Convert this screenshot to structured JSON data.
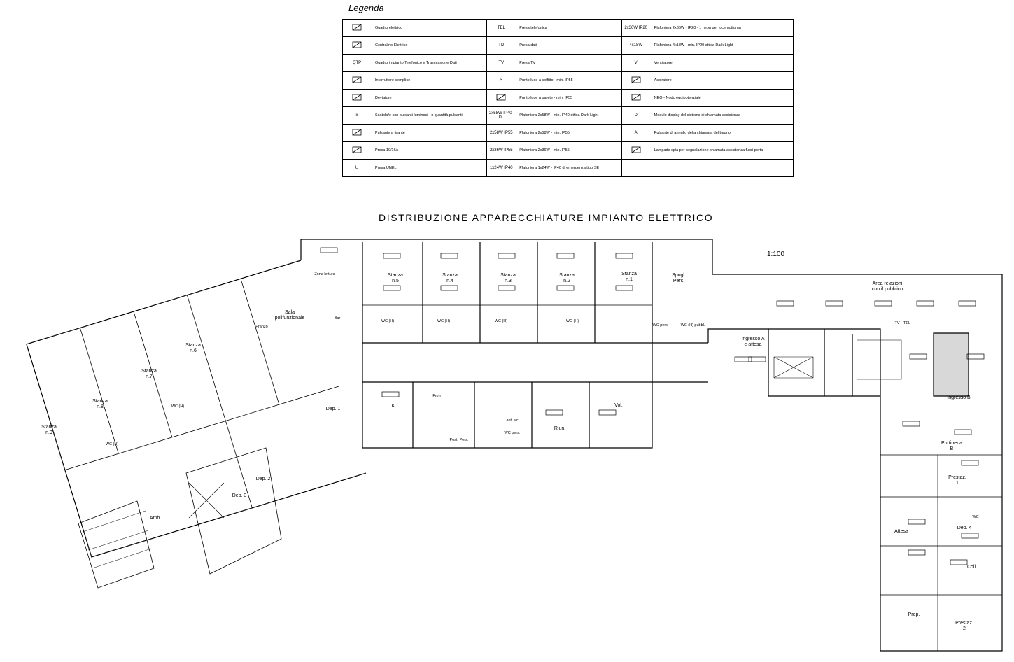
{
  "legend": {
    "title": "Legenda",
    "col1": [
      {
        "icon": "quadro-elettrico-icon",
        "label": "Quadro elettrico"
      },
      {
        "icon": "centralino-elettrico-icon",
        "label": "Centralino Elettrico"
      },
      {
        "icon": "qtp-icon",
        "symbol_text": "QTP",
        "label": "Quadro impianto Telefonico e Trasmissione Dati"
      },
      {
        "icon": "interruttore-icon",
        "label": "Interruttore semplice"
      },
      {
        "icon": "deviatore-icon",
        "label": "Deviatore"
      },
      {
        "icon": "scatola-pulsanti-icon",
        "symbol_text": "x",
        "label": "Scatola/e con pulsanti luminosi - x quantità pulsanti"
      },
      {
        "icon": "pulsante-tirante-icon",
        "label": "Pulsante a tirante"
      },
      {
        "icon": "presa-icon",
        "label": "Presa 10/16A"
      },
      {
        "icon": "presa-unel-icon",
        "symbol_text": "U",
        "label": "Presa UNEL"
      }
    ],
    "col2": [
      {
        "icon": "presa-telefonica-icon",
        "symbol_text": "TEL",
        "label": "Presa telefonica"
      },
      {
        "icon": "presa-dati-icon",
        "symbol_text": "TD",
        "label": "Presa dati"
      },
      {
        "icon": "presa-tv-icon",
        "symbol_text": "TV",
        "label": "Presa TV"
      },
      {
        "icon": "punto-luce-soffitto-icon",
        "symbol_text": "×",
        "label": "Punto luce a soffitto - min. IP55"
      },
      {
        "icon": "punto-luce-parete-icon",
        "label": "Punto luce a parete - min. IP55"
      },
      {
        "icon": "plafoniera-2x58-ip40-icon",
        "symbol_text": "2x58W IP40-DL",
        "label": "Plafoniera 2x58W - min. IP40 ottica Dark Light"
      },
      {
        "icon": "plafoniera-2x58-ip55-icon",
        "symbol_text": "2x58W IP55",
        "label": "Plafoniera 2x58W - min. IP55"
      },
      {
        "icon": "plafoniera-2x36-ip55-icon",
        "symbol_text": "2x36W IP55",
        "label": "Plafoniera 2x36W - min. IP55"
      },
      {
        "icon": "plafoniera-emergenza-icon",
        "symbol_text": "1x24W IP40",
        "label": "Plafoniera 1x24W - IP40 di emergenza tipo SE"
      }
    ],
    "col3": [
      {
        "icon": "plafoniera-notturna-icon",
        "symbol_text": "2x36W IP20",
        "label": "Plafoniera 2x36W - IP20 - 1 neon per luce notturna"
      },
      {
        "icon": "plafoniera-4x18-icon",
        "symbol_text": "4x18W",
        "label": "Plafoniera 4x18W - min. IP20 ottica Dark Light"
      },
      {
        "icon": "ventilatore-icon",
        "symbol_text": "V",
        "label": "Ventilatore"
      },
      {
        "icon": "aspiratore-icon",
        "label": "Aspiratore"
      },
      {
        "icon": "neq-icon",
        "label": "NEQ - Nodo equipotenziale"
      },
      {
        "icon": "modulo-display-icon",
        "symbol_text": "D",
        "label": "Modulo display del sistema di chiamata assistenza"
      },
      {
        "icon": "pulsante-bagno-icon",
        "symbol_text": "A",
        "label": "Pulsante di annullo della chiamata del bagno"
      },
      {
        "icon": "lampade-spia-icon",
        "label": "Lampade spia per segnalazione chiamata assistenza fuori porta"
      },
      {
        "icon": "",
        "label": ""
      }
    ]
  },
  "plan": {
    "title": "DISTRIBUZIONE APPARECCHIATURE IMPIANTO ELETTRICO",
    "scale": "1:100",
    "rooms": [
      {
        "id": "stanza5",
        "name": "Stanza",
        "num": "n.5"
      },
      {
        "id": "stanza4",
        "name": "Stanza",
        "num": "n.4"
      },
      {
        "id": "stanza3",
        "name": "Stanza",
        "num": "n.3"
      },
      {
        "id": "stanza2",
        "name": "Stanza",
        "num": "n.2"
      },
      {
        "id": "stanza1",
        "name": "Stanza",
        "num": "n.1"
      },
      {
        "id": "stanza6",
        "name": "Stanza",
        "num": "n.6"
      },
      {
        "id": "stanza7",
        "name": "Stanza",
        "num": "n.7"
      },
      {
        "id": "stanza8",
        "name": "Stanza",
        "num": "n.8"
      },
      {
        "id": "stanza9",
        "name": "Stanza",
        "num": "n.9"
      },
      {
        "id": "sala",
        "name": "Sala",
        "num": "polifunzionale"
      },
      {
        "id": "spogl",
        "name": "Spogl.",
        "num": "Pers."
      },
      {
        "id": "area",
        "name": "Area relazioni",
        "num": "con il pubblico"
      },
      {
        "id": "ingressoA",
        "name": "Ingresso A",
        "num": "e attesa"
      },
      {
        "id": "ingressoB",
        "name": "Ingresso B",
        "num": ""
      },
      {
        "id": "portineria",
        "name": "Portineria",
        "num": "B"
      },
      {
        "id": "prestaz1",
        "name": "Prestaz.",
        "num": "1"
      },
      {
        "id": "prestaz2",
        "name": "Prestaz.",
        "num": "2"
      },
      {
        "id": "dep1",
        "name": "Dep. 1",
        "num": ""
      },
      {
        "id": "dep2",
        "name": "Dep. 2",
        "num": ""
      },
      {
        "id": "dep3",
        "name": "Dep. 3",
        "num": ""
      },
      {
        "id": "dep4",
        "name": "Dep. 4",
        "num": ""
      },
      {
        "id": "riun",
        "name": "Riun.",
        "num": ""
      },
      {
        "id": "vol",
        "name": "Vol.",
        "num": ""
      },
      {
        "id": "k",
        "name": "K",
        "num": ""
      },
      {
        "id": "amb",
        "name": "Amb.",
        "num": ""
      },
      {
        "id": "attesa",
        "name": "Attesa",
        "num": ""
      },
      {
        "id": "prep",
        "name": "Prep.",
        "num": ""
      },
      {
        "id": "coll",
        "name": "Coll.",
        "num": ""
      }
    ],
    "minor_labels": [
      {
        "id": "zona",
        "text": "Zona lettura"
      },
      {
        "id": "pranzo",
        "text": "Pranzo"
      },
      {
        "id": "bar",
        "text": "Bar"
      },
      {
        "id": "wch1",
        "text": "WC (H)"
      },
      {
        "id": "wch2",
        "text": "WC (H)"
      },
      {
        "id": "wch3",
        "text": "WC (H)"
      },
      {
        "id": "wch4",
        "text": "WC (H)"
      },
      {
        "id": "wch5",
        "text": "WC (H)"
      },
      {
        "id": "wcpers",
        "text": "WC pers."
      },
      {
        "id": "wcpubbl",
        "text": "WC (H) pubbl."
      },
      {
        "id": "postpers",
        "text": "Post. Pers."
      },
      {
        "id": "fron",
        "text": "Fron"
      },
      {
        "id": "anti",
        "text": "anti wc"
      },
      {
        "id": "wcpers2",
        "text": "WC pers."
      },
      {
        "id": "wch6",
        "text": "WC (H)"
      },
      {
        "id": "wc",
        "text": "WC"
      },
      {
        "id": "tv",
        "text": "TV"
      },
      {
        "id": "tel",
        "text": "TEL"
      }
    ]
  }
}
